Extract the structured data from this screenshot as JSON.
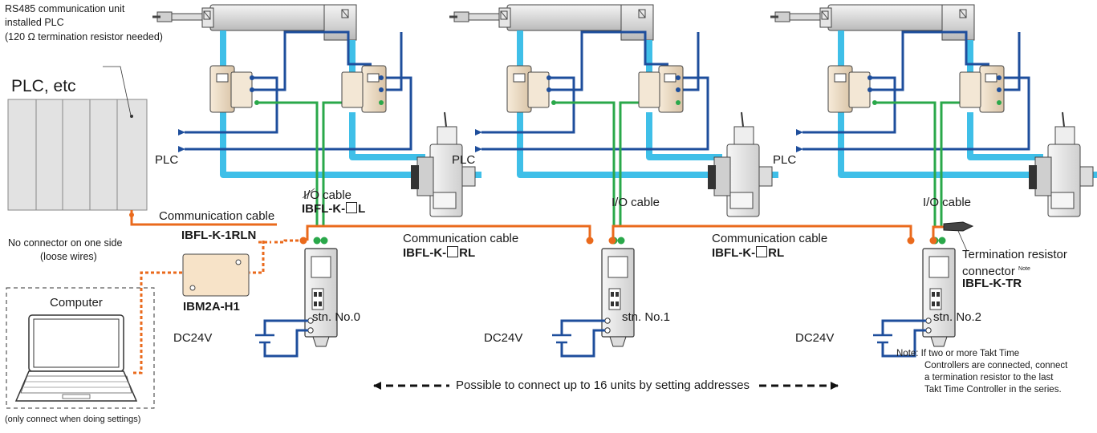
{
  "plc_unit": {
    "header_lines": [
      "RS485 communication unit",
      "installed PLC",
      "(120 Ω  termination resistor needed)"
    ],
    "label": "PLC, etc",
    "loose_wires_lines": [
      "No connector on one side",
      "(loose wires)"
    ]
  },
  "cables": {
    "comm_first_label": "Communication cable",
    "comm_first_part": "IBFL-K-1RLN",
    "comm_label": "Communication cable",
    "comm_part_prefix": "IBFL-K-",
    "comm_part_suffix": "RL",
    "io_label": "I/O cable",
    "io_part_prefix": "IBFL-K-",
    "io_part_suffix": "L"
  },
  "converter": {
    "part": "IBM2A-H1"
  },
  "computer": {
    "label": "Computer",
    "note": "(only connect when doing settings)"
  },
  "stations": [
    {
      "name": "stn. No.0",
      "plc_label": "PLC",
      "power_label": "DC24V"
    },
    {
      "name": "stn. No.1",
      "plc_label": "PLC",
      "power_label": "DC24V"
    },
    {
      "name": "stn. No.2",
      "plc_label": "PLC",
      "power_label": "DC24V"
    }
  ],
  "terminator": {
    "label_line1": "Termination resistor",
    "label_line2": "connector",
    "sup": "Note",
    "part": "IBFL-K-TR"
  },
  "note_lines": [
    "Note: If two or more Takt Time",
    "Controllers are connected, connect",
    "a termination resistor to the last",
    "Takt Time Controller in the series."
  ],
  "address_caption": "Possible to connect up to 16 units by setting addresses",
  "colors": {
    "air_pipe": "#3fbfe8",
    "io_wire": "#2aa84a",
    "comm_cable": "#ea6a1c",
    "signal_wire": "#1e4e9c",
    "cylinder_body": "#d9d9d9",
    "valve_body": "#ecdcc6",
    "unit_body": "#ececec"
  }
}
